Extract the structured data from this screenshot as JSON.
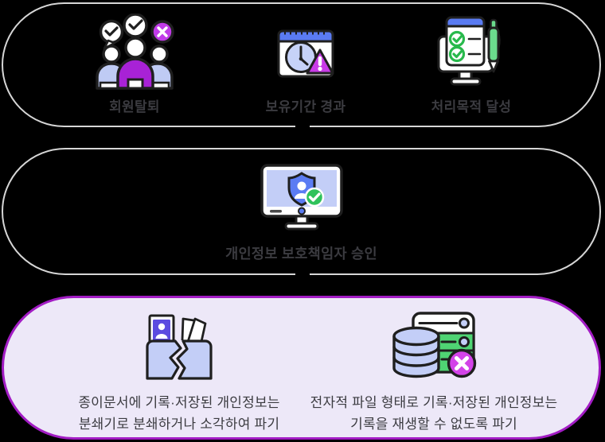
{
  "page": {
    "background": "#000000"
  },
  "palette": {
    "ink": "#1f1f1f",
    "stage_outline": "#d6d6d6",
    "stage3_border": "#a21cc4",
    "stage3_fill": "#ede8f8",
    "text": "#3b3b40",
    "blue": "#5a7bf2",
    "periwinkle": "#c3cef7",
    "clock_face": "#c6d2f8",
    "purple_shirt": "#a822d6",
    "magenta_bubble": "#c13be8",
    "warning_triangle": "#c93be8",
    "check_green": "#28b94c",
    "pen_green": "#6bdb8d",
    "server_green": "#4fd473",
    "badge_green": "#2fc25b",
    "x_badge_magenta": "#d343e8",
    "id_card_purple": "#5b4be0"
  },
  "stage_triggers": {
    "items": [
      {
        "label": "회원탈퇴"
      },
      {
        "label": "보유기간 경과"
      },
      {
        "label": "처리목적 달성"
      }
    ]
  },
  "stage_approval": {
    "label": "개인정보 보호책임자 승인"
  },
  "stage_destruction": {
    "items": [
      {
        "line1": "종이문서에 기록·저장된 개인정보는",
        "line2": "분쇄기로 분쇄하거나 소각하여 파기"
      },
      {
        "line1": "전자적 파일 형태로 기록·저장된 개인정보는",
        "line2": "기록을 재생할 수 없도록 파기"
      }
    ]
  }
}
